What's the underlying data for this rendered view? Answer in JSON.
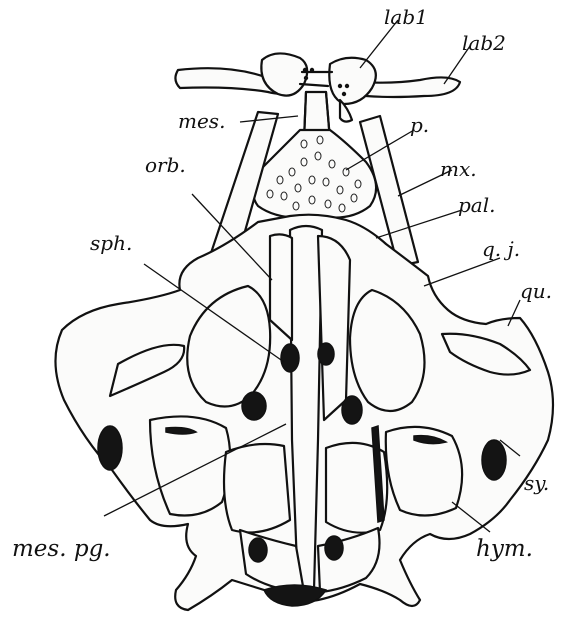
{
  "labels": {
    "lab1": "lab1",
    "lab2": "lab2",
    "mes": "mes.",
    "p": "p.",
    "orb": "orb.",
    "mx": "mx.",
    "pal": "pal.",
    "sph": "sph.",
    "qj": "q. j.",
    "qu": "qu.",
    "sy": "sy.",
    "mes_pg": "mes. pg.",
    "hym": "hym."
  }
}
